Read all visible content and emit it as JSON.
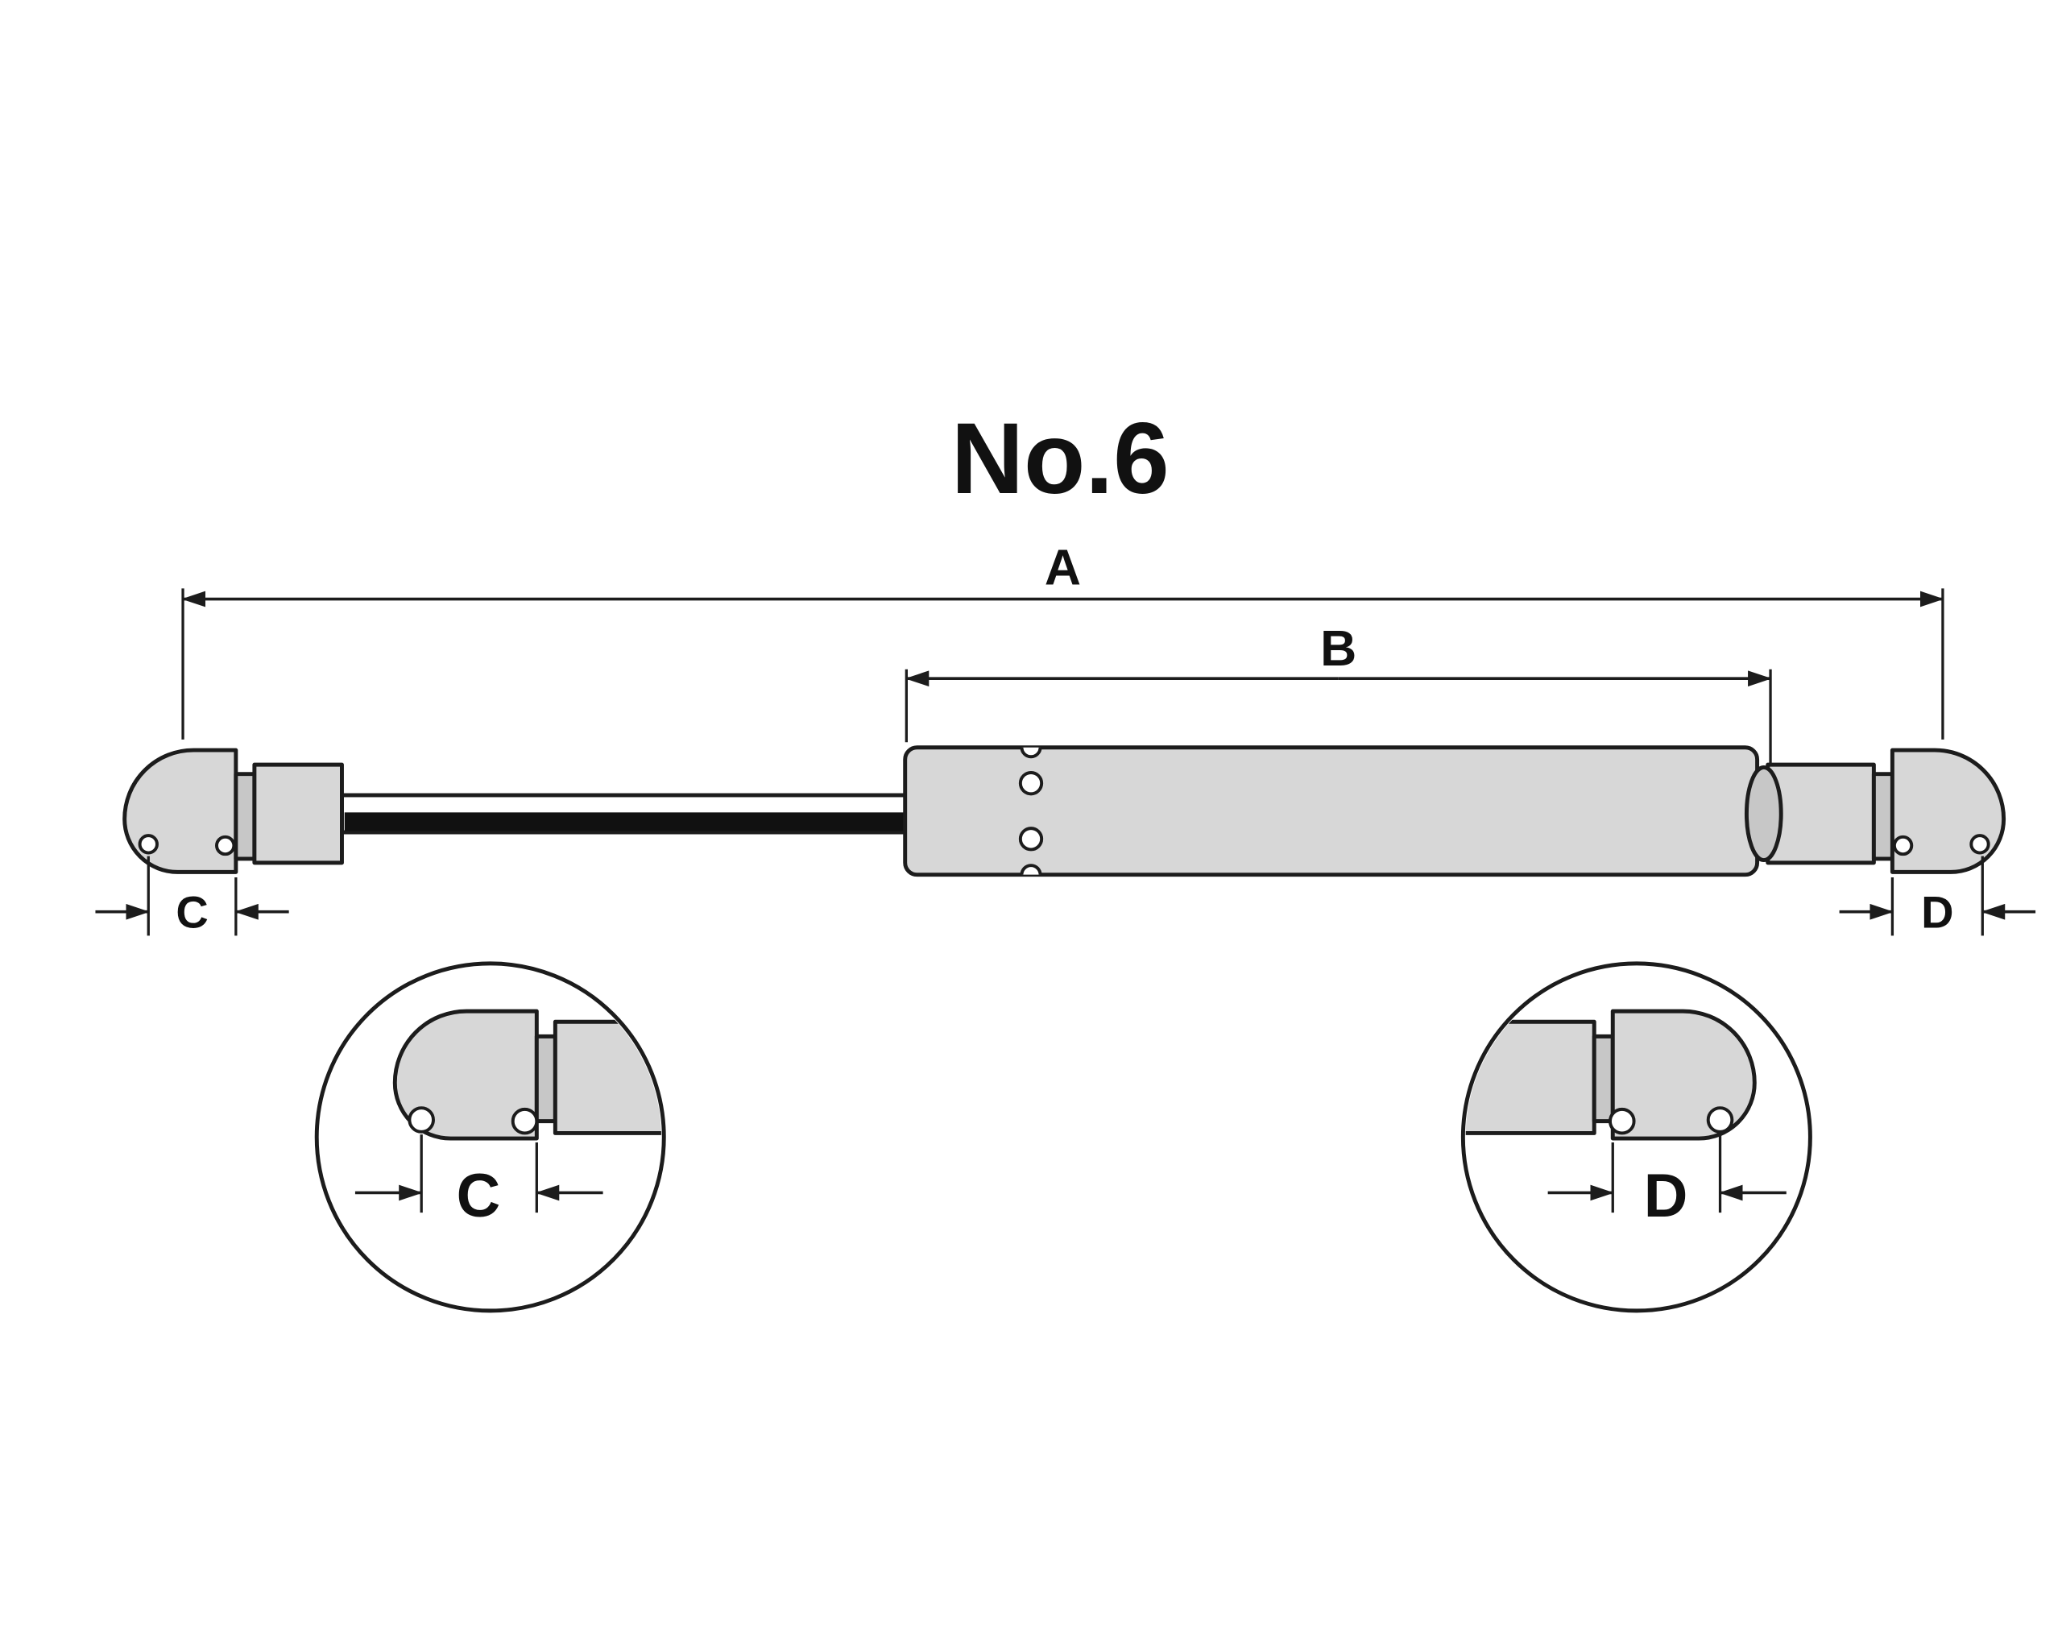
{
  "title": {
    "text": "No.6"
  },
  "colors": {
    "background": "#ffffff",
    "outline": "#1c1c1c",
    "part_fill": "#d7d7d7",
    "part_fill_shaded": "#c7c7c7",
    "rod_fill": "#ffffff",
    "rod_shadow": "#111111",
    "text": "#111111"
  },
  "main_view": {
    "dim_a_label": "A",
    "dim_b_label": "B",
    "dim_c_label": "C",
    "dim_d_label": "D"
  },
  "detail_views": {
    "left": {
      "dim_label": "C"
    },
    "right": {
      "dim_label": "D"
    }
  }
}
